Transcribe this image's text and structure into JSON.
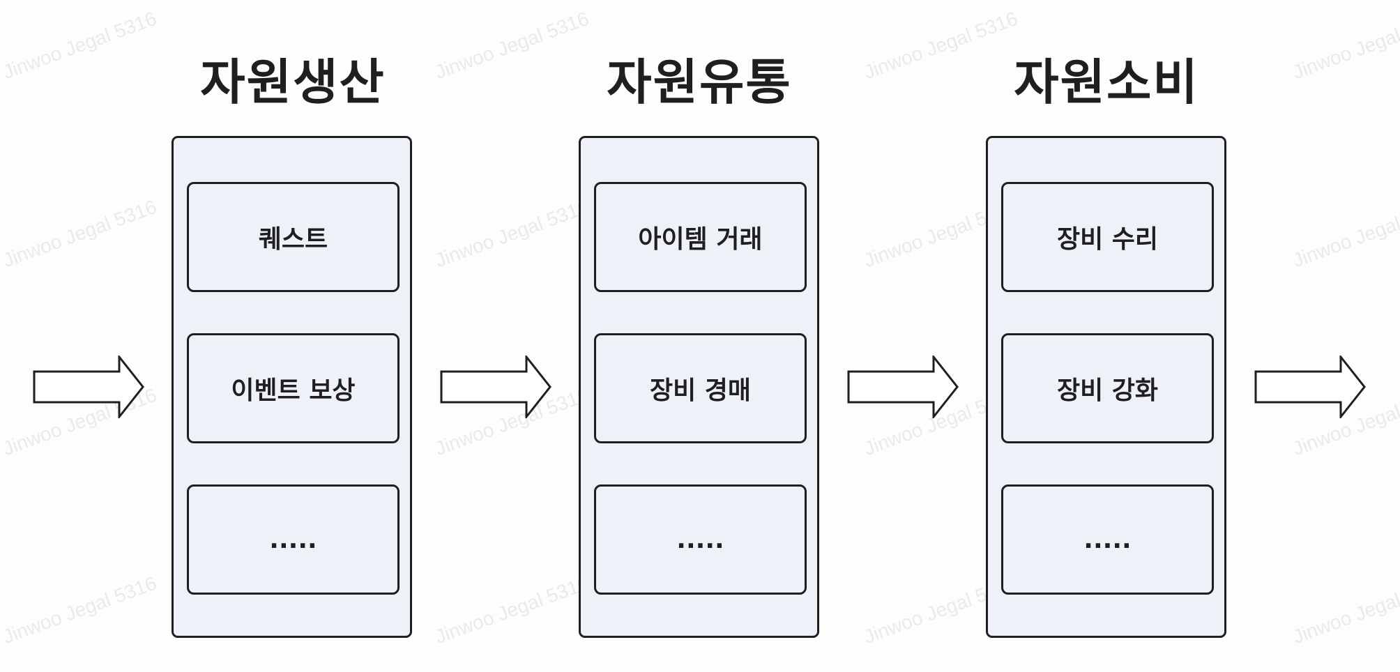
{
  "watermark": "Jinwoo Jegal 5316",
  "stages": [
    {
      "title": "자원생산",
      "items": [
        "퀘스트",
        "이벤트 보상",
        "....."
      ]
    },
    {
      "title": "자원유통",
      "items": [
        "아이템 거래",
        "장비 경매",
        "....."
      ]
    },
    {
      "title": "자원소비",
      "items": [
        "장비 수리",
        "장비 강화",
        "....."
      ]
    }
  ],
  "colors": {
    "background": "#fdfdfd",
    "box_fill": "#eef1f8",
    "stroke": "#1f1f1f",
    "watermark": "#eaeaea"
  },
  "icons": {
    "flow_arrow": "right-arrow-icon"
  }
}
